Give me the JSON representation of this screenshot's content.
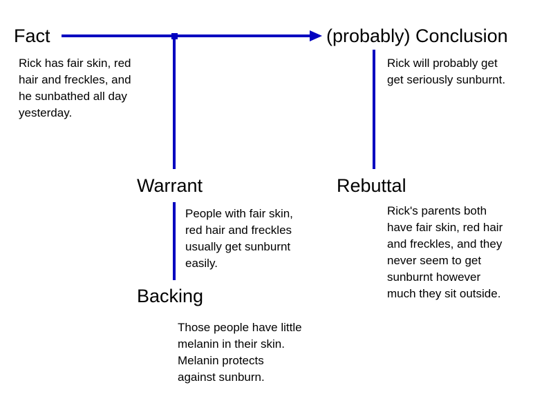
{
  "colors": {
    "line": "#0000C0",
    "text": "#000000",
    "background": "#FFFFFF"
  },
  "fact": {
    "label": "Fact",
    "text": "Rick has fair skin, red\nhair and freckles, and\nhe sunbathed all day\nyesterday."
  },
  "conclusion": {
    "label": "(probably)  Conclusion",
    "text": "Rick will probably get\nget seriously sunburnt."
  },
  "warrant": {
    "label": "Warrant",
    "text": "People with fair skin,\nred hair and freckles\nusually get sunburnt\neasily."
  },
  "rebuttal": {
    "label": "Rebuttal",
    "text": "Rick's parents both\nhave fair skin, red hair\nand freckles, and they\nnever seem to get\nsunburnt however\nmuch they sit outside."
  },
  "backing": {
    "label": "Backing",
    "text": "Those people have little\nmelanin in their skin.\nMelanin protects\nagainst sunburn."
  }
}
